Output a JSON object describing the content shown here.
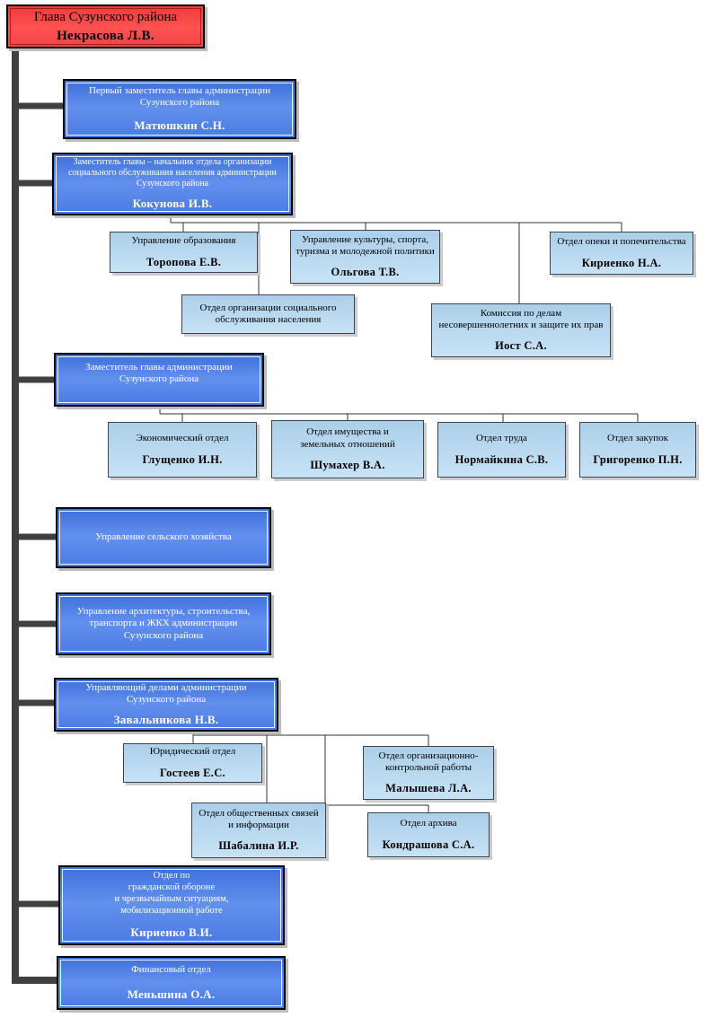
{
  "palette": {
    "head_fill": "#f03c3c",
    "blue_fill": "#4c7ce2",
    "light_fill": "#b9d8ef",
    "trunk_line": "#404040",
    "connector_line": "#333333",
    "blue_text": "#ffffff",
    "dark_text": "#000000"
  },
  "nodes": {
    "head": {
      "title": "Глава Сузунского района",
      "name": "Некрасова Л.В."
    },
    "first_deputy": {
      "title": "Первый заместитель главы администрации\nСузунского района",
      "name": "Матюшкин С.Н."
    },
    "deputy_social": {
      "title": "Заместитель главы – начальник отдела организации\nсоциального обслуживания населения администрации\nСузунского района",
      "name": "Кокунова И.В."
    },
    "edu": {
      "title": "Управление образования",
      "name": "Торопова Е.В."
    },
    "culture": {
      "title": "Управление культуры, спорта,\nтуризма и молодежной политики",
      "name": "Ольгова Т.В."
    },
    "custody": {
      "title": "Отдел опеки и попечительства",
      "name": "Кириенко Н.А."
    },
    "social_service": {
      "title": "Отдел организации социального\nобслуживания населения",
      "name": ""
    },
    "minors_commission": {
      "title": "Комиссия по делам\nнесовершеннолетних и защите их прав",
      "name": "Иост С.А."
    },
    "deputy_admin": {
      "title": "Заместитель главы администрации\nСузунского района",
      "name": ""
    },
    "economic": {
      "title": "Экономический отдел",
      "name": "Глущенко И.Н."
    },
    "property": {
      "title": "Отдел имущества и\nземельных отношений",
      "name": "Шумахер В.А."
    },
    "labor": {
      "title": "Отдел труда",
      "name": "Нормайкина С.В."
    },
    "procurement": {
      "title": "Отдел закупок",
      "name": "Григоренко П.Н."
    },
    "agriculture": {
      "title": "Управление сельского хозяйства",
      "name": ""
    },
    "architecture": {
      "title": "Управление архитектуры, строительства,\nтранспорта и ЖКХ администрации\nСузунского района",
      "name": ""
    },
    "admin_manager": {
      "title": "Управляющий делами администрации\nСузунского района",
      "name": "Завальникова Н.В."
    },
    "legal": {
      "title": "Юридический отдел",
      "name": "Гостеев Е.С."
    },
    "org_control": {
      "title": "Отдел организационно-\nконтрольной работы",
      "name": "Малышева Л.А."
    },
    "public_relations": {
      "title": "Отдел общественных связей\nи информации",
      "name": "Шабалина И.Р."
    },
    "archive": {
      "title": "Отдел архива",
      "name": "Кондрашова С.А."
    },
    "civil_defense": {
      "title": "Отдел по\nгражданской обороне\nи чрезвычайным ситуациям,\nмобилизационной работе",
      "name": "Кириенко В.И."
    },
    "finance": {
      "title": "Финансовый отдел",
      "name": "Меньшина О.А."
    }
  }
}
